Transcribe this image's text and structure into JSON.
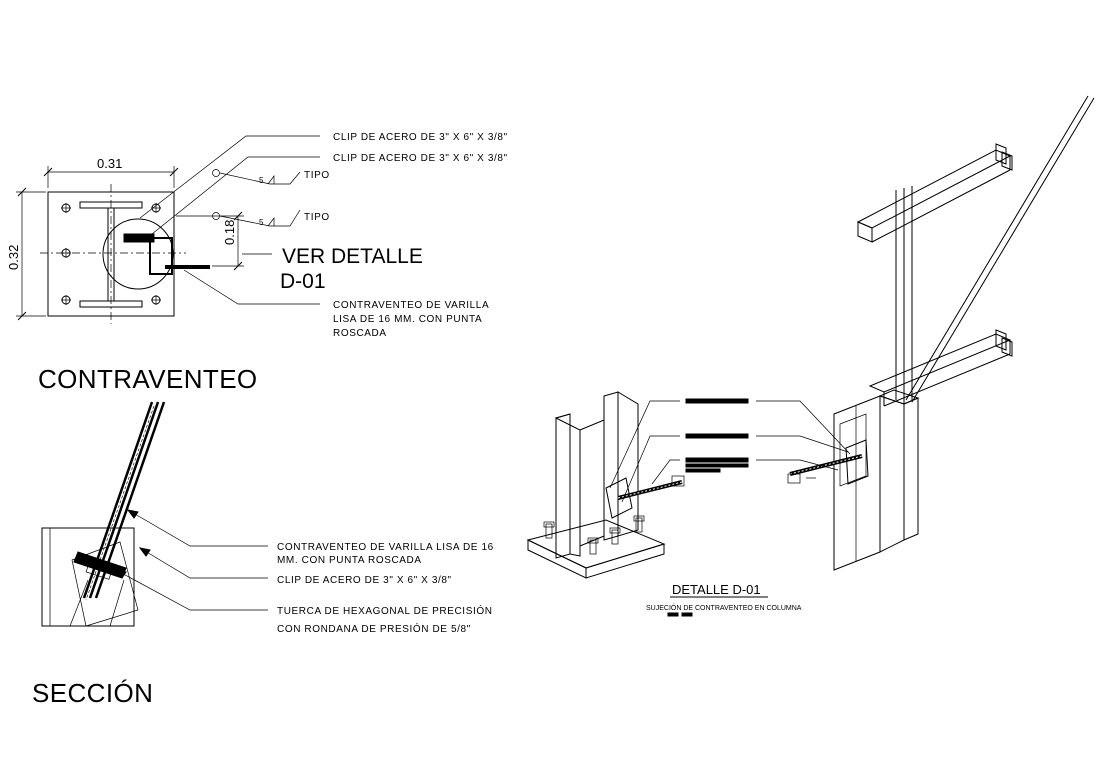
{
  "plan": {
    "dim_width": "0.31",
    "dim_height": "0.32",
    "dim_clip": "0.18",
    "clip_note_1": "CLIP DE ACERO DE 3\" X 6\" X 3/8\"",
    "clip_note_2": "CLIP DE ACERO DE 3\" X 6\" X 3/8\"",
    "weld_size_1": "5",
    "weld_type_1": "TIPO",
    "weld_size_2": "5",
    "weld_type_2": "TIPO",
    "ver_detalle_line1": "VER DETALLE",
    "ver_detalle_line2": "D-01",
    "rod_note_line1": "CONTRAVENTEO DE VARILLA",
    "rod_note_line2": "LISA DE 16 MM. CON PUNTA",
    "rod_note_line3": "ROSCADA",
    "title": "CONTRAVENTEO"
  },
  "section": {
    "rod_note_line1": "CONTRAVENTEO DE VARILLA LISA DE 16",
    "rod_note_line2": "MM. CON PUNTA ROSCADA",
    "clip_note": "CLIP DE ACERO DE 3\" X 6\" X 3/8\"",
    "nut_note_line1": "TUERCA DE HEXAGONAL DE PRECISIÓN",
    "nut_note_line2": "CON RONDANA DE  PRESIÓN DE 5/8\"",
    "title": "SECCIÓN"
  },
  "detail": {
    "title": "DETALLE D-01",
    "subtitle": "SUJECIÓN DE CONTRAVENTEO EN COLUMNA"
  }
}
